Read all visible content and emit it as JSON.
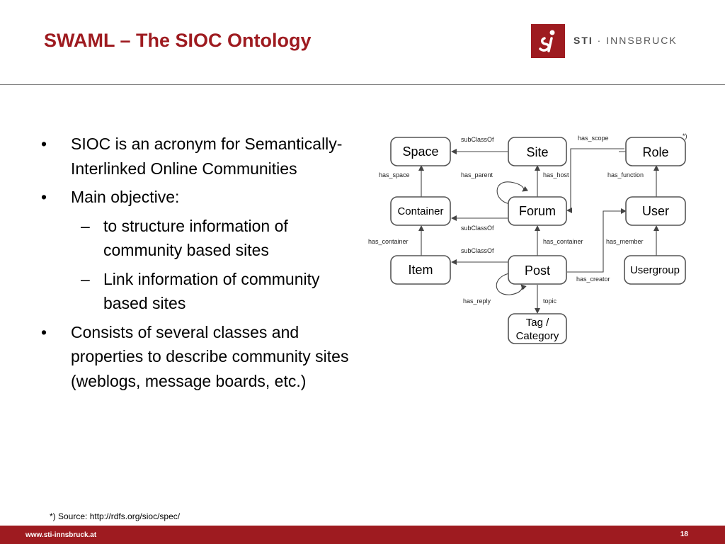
{
  "slide": {
    "title": "SWAML – The SIOC Ontology",
    "logo_text_bold": "STI",
    "logo_text_rest": " · INNSBRUCK",
    "footnote": "*) Source: http://rdfs.org/sioc/spec/",
    "footer_url": "www.sti-innsbruck.at",
    "page_number": "18"
  },
  "bullets": [
    {
      "level": 1,
      "mark": "•",
      "text": "SIOC is an acronym for Semantically-Interlinked Online Communities"
    },
    {
      "level": 1,
      "mark": "•",
      "text": "Main objective:"
    },
    {
      "level": 2,
      "mark": "–",
      "text": "to structure  information of community based sites"
    },
    {
      "level": 2,
      "mark": "–",
      "text": "Link information of community based sites"
    },
    {
      "level": 1,
      "mark": "•",
      "text": "Consists of several classes and properties to describe community sites (weblogs, message boards, etc.)"
    }
  ],
  "diagram": {
    "footnote_marker": "*)",
    "nodes": {
      "space": "Space",
      "site": "Site",
      "role": "Role",
      "container": "Container",
      "forum": "Forum",
      "user": "User",
      "item": "Item",
      "post": "Post",
      "usergroup": "Usergroup",
      "tag_line1": "Tag /",
      "tag_line2": "Category"
    },
    "edges": {
      "subclassof_site_space": "subClassOf",
      "has_scope": "has_scope",
      "has_space": "has_space",
      "has_parent": "has_parent",
      "has_host": "has_host",
      "has_function": "has_function",
      "subclassof_forum_container": "subClassOf",
      "subclassof_post_item": "subClassOf",
      "has_container_left": "has_container",
      "has_container_mid": "has_container",
      "has_member": "has_member",
      "has_creator": "has_creator",
      "has_reply": "has_reply",
      "topic": "topic"
    }
  }
}
